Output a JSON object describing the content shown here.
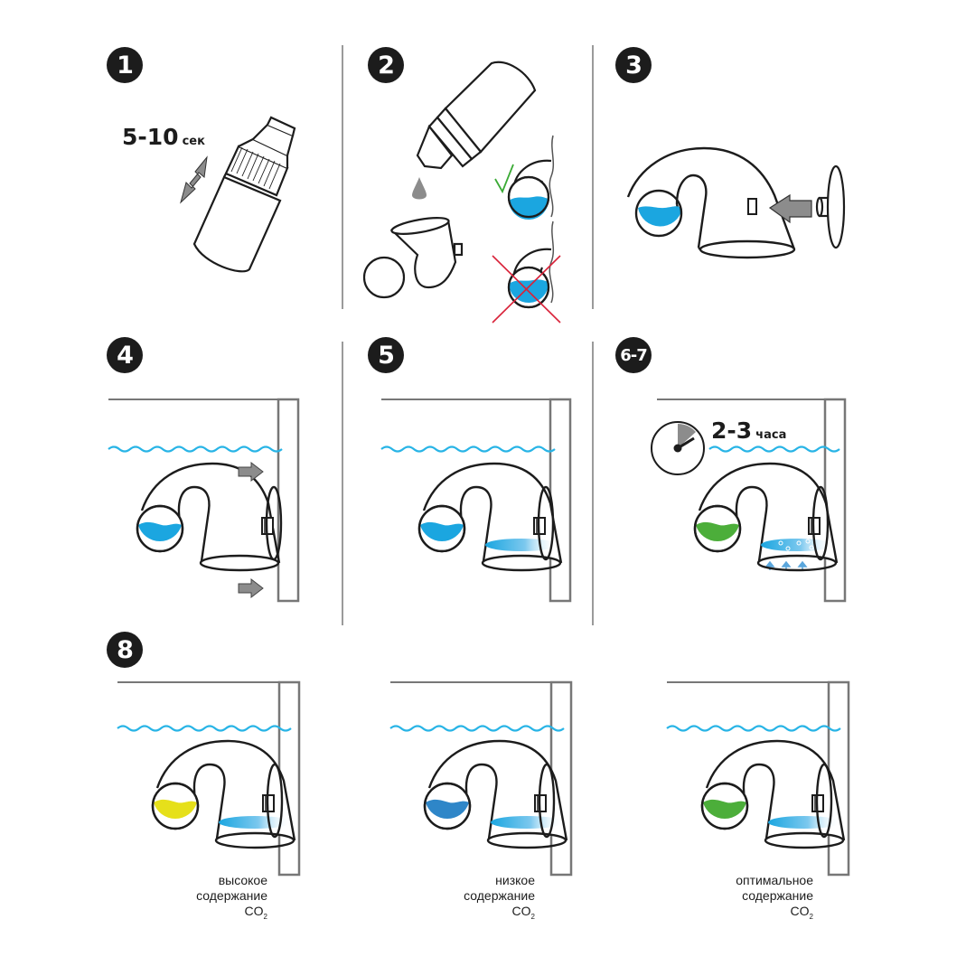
{
  "steps": [
    {
      "number": "1",
      "note_value": "5-10",
      "note_unit": "сек"
    },
    {
      "number": "2",
      "check_mark": "correct-level",
      "cross_mark": "overfilled-level"
    },
    {
      "number": "3"
    },
    {
      "number": "4"
    },
    {
      "number": "5"
    },
    {
      "number": "6-7",
      "note_value": "2-3",
      "note_unit": "часа"
    },
    {
      "number": "8"
    }
  ],
  "results": [
    {
      "line1": "высокое",
      "line2": "содержание",
      "line3_main": "CO",
      "line3_sub": "2",
      "indicator_color": "#e6e01a"
    },
    {
      "line1": "низкое",
      "line2": "содержание",
      "line3_main": "CO",
      "line3_sub": "2",
      "indicator_color": "#2e86c8"
    },
    {
      "line1": "оптимальное",
      "line2": "содержание",
      "line3_main": "CO",
      "line3_sub": "2",
      "indicator_color": "#4cae3a"
    }
  ],
  "colors": {
    "fresh_solution": "#1ba6e0",
    "water_line": "#28b4e6",
    "result_green": "#4cae3a",
    "check": "#3aaa35",
    "cross": "#d9233a",
    "arrow_gray": "#8c8c8c"
  }
}
